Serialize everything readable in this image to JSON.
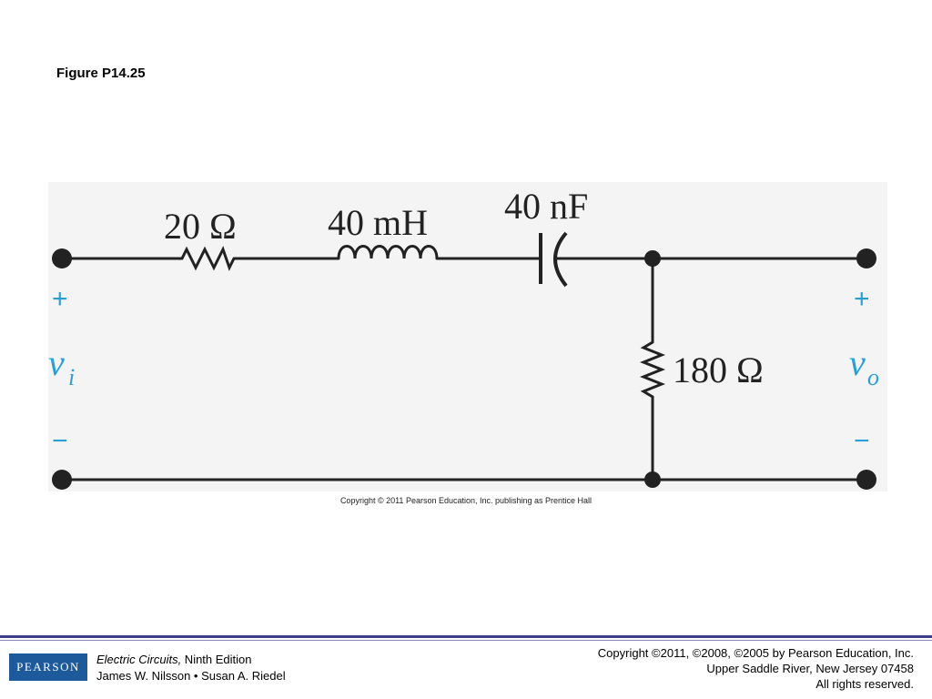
{
  "slide": {
    "figure_title": "Figure P14.25",
    "figure_copyright": "Copyright © 2011 Pearson Education, Inc. publishing as Prentice Hall"
  },
  "circuit": {
    "resistor_series_label": "20 Ω",
    "inductor_label": "40 mH",
    "capacitor_label": "40 nF",
    "resistor_shunt_label": "180 Ω",
    "input_plus": "+",
    "input_minus": "−",
    "input_symbol": "v",
    "input_subscript": "i",
    "output_plus": "+",
    "output_minus": "−",
    "output_symbol": "v",
    "output_subscript": "o",
    "wire_color": "#222222",
    "polarity_color": "#2a9fd6"
  },
  "footer": {
    "logo_text": "PEARSON",
    "book_title": "Electric Circuits,",
    "book_edition": " Ninth Edition",
    "book_authors": "James W. Nilsson • Susan A. Riedel",
    "copyright_line1": "Copyright ©2011, ©2008, ©2005 by Pearson Education, Inc.",
    "copyright_line2": "Upper Saddle River, New Jersey 07458",
    "copyright_line3": "All rights reserved."
  }
}
